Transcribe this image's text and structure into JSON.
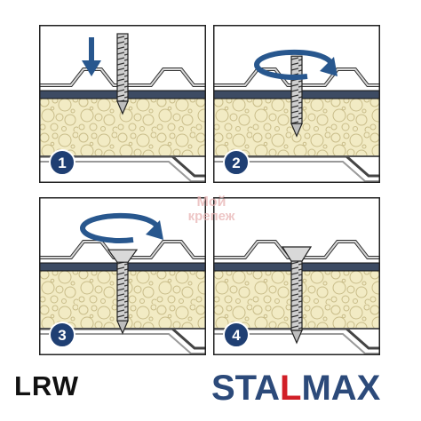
{
  "model_code": "LRW",
  "brand": {
    "prefix": "STA",
    "l_letter": "L",
    "suffix": "MAX",
    "color": "#2c4a7a",
    "accent": "#d11f27"
  },
  "watermark": {
    "line1": "Мой",
    "line2": "крепеж",
    "color": "#e8b3b3"
  },
  "colors": {
    "border": "#222222",
    "foam": "#f2ebc4",
    "foam_cells": "#c9bd8a",
    "steel_band": "#3d4b63",
    "sheet": "#d8d8d8",
    "arrow": "#28578e",
    "screw": "#cfcfcf",
    "badge": "#1f3f73"
  },
  "steps": [
    {
      "number": "1",
      "screw_depth": 0,
      "arrow": "down-arrow-icon",
      "rotation": false
    },
    {
      "number": "2",
      "screw_depth": 0.45,
      "arrow": "rotation-arrow-icon",
      "rotation": true
    },
    {
      "number": "3",
      "screw_depth": 0.95,
      "arrow": "rotation-arrow-icon",
      "rotation": true
    },
    {
      "number": "4",
      "screw_depth": 1,
      "arrow": "",
      "rotation": false
    }
  ]
}
